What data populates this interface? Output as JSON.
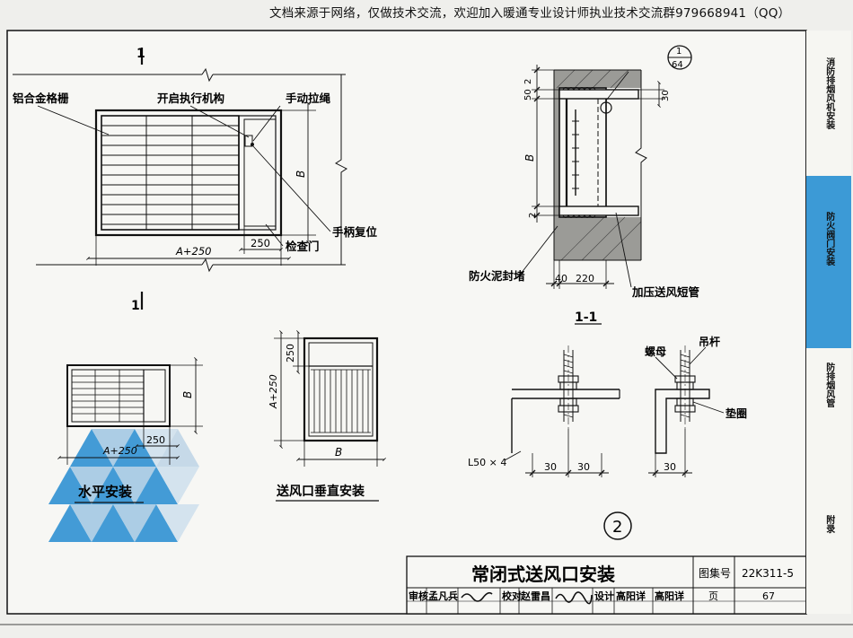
{
  "header_note": "文档来源于网络，仅做技术交流，欢迎加入暖通专业设计师执业技术交流群979668941（QQ）",
  "sidebar": {
    "tabs": [
      {
        "label": "消防排烟风机安装",
        "active": false
      },
      {
        "label": "防火阀门安装",
        "active": true
      },
      {
        "label": "防排烟风管",
        "active": false
      },
      {
        "label": "附录",
        "active": false
      }
    ]
  },
  "elevation": {
    "section_mark": "1",
    "labels": {
      "grille": "铝合金格栅",
      "actuator": "开启执行机构",
      "pull_cord": "手动拉绳",
      "handle_reset": "手柄复位",
      "inspection_door": "检查门"
    },
    "dims": {
      "width": "A+250",
      "door": "250",
      "height": "B"
    }
  },
  "horizontal": {
    "title": "水平安装",
    "dims": {
      "width": "A+250",
      "door": "250",
      "height": "B"
    }
  },
  "vertical": {
    "title": "送风口垂直安装",
    "dims": {
      "door": "250",
      "height": "A+250",
      "width": "B"
    }
  },
  "section": {
    "title": "1-1",
    "detail_ref": {
      "top": "1",
      "bottom": "64"
    },
    "dims": {
      "top_a": "2",
      "top_b": "50",
      "top_c": "30",
      "height": "B",
      "bottom": "2",
      "wall_a": "40",
      "wall_b": "220"
    },
    "labels": {
      "fire_seal": "防火泥封堵",
      "duct": "加压送风短管"
    }
  },
  "detail": {
    "labels": {
      "nut": "螺母",
      "rod": "吊杆",
      "washer": "垫圈",
      "angle": "L50 × 4"
    },
    "dims": {
      "a": "30",
      "b": "30",
      "c": "30"
    },
    "number": "2"
  },
  "title_block": {
    "title": "常闭式送风口安装",
    "atlas_label": "图集号",
    "atlas_no": "22K311-5",
    "review_label": "审核",
    "reviewer": "孟凡兵",
    "check_label": "校对",
    "checker": "赵雷昌",
    "design_label": "设计",
    "designer": "高阳详",
    "page_label": "页",
    "page_no": "67"
  }
}
